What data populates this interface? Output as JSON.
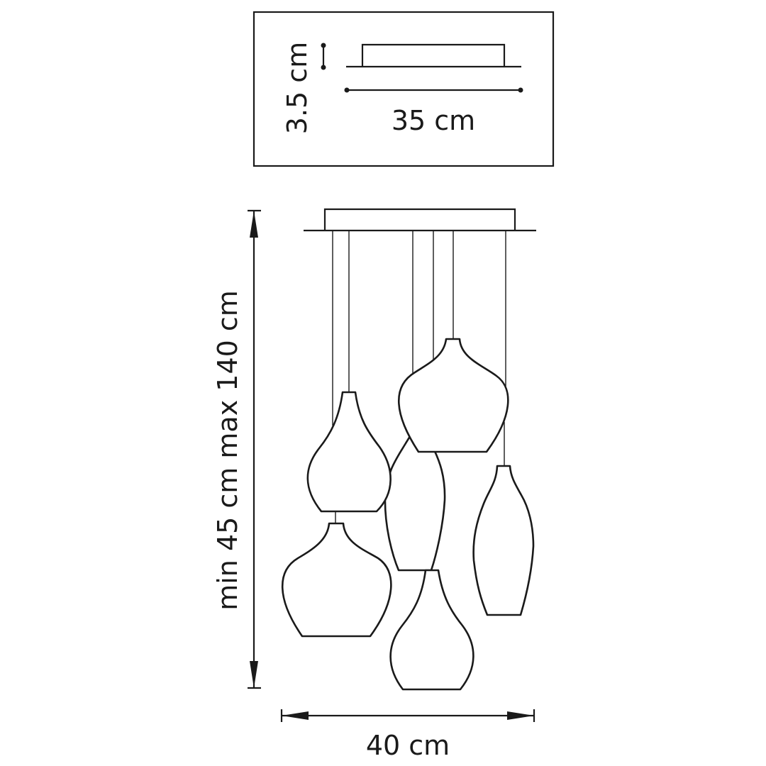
{
  "canopy_detail": {
    "height_label": "3.5 cm",
    "width_label": "35 cm"
  },
  "main_view": {
    "height_label": "min 45 cm max 140 cm",
    "width_label": "40 cm",
    "shade_count": 6
  }
}
